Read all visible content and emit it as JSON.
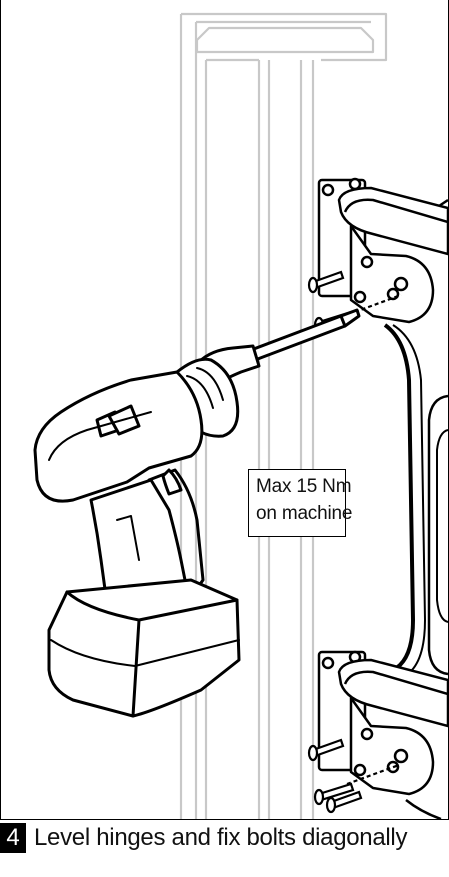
{
  "callout": {
    "line1": "Max 15 Nm",
    "line2": "on machine"
  },
  "caption": {
    "step_number": "4",
    "text": "Level hinges and fix bolts diagonally"
  },
  "colors": {
    "ink": "#000000",
    "post_stroke": "#c8c8c8",
    "background": "#ffffff"
  },
  "icons": [
    "drill-icon",
    "hinge-icon",
    "gate-post-icon",
    "bolt-icon"
  ]
}
